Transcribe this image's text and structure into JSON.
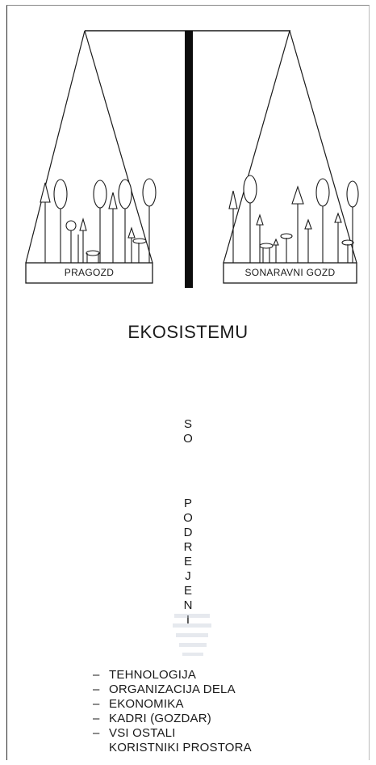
{
  "scale": {
    "left_pan_label": "PRAGOZD",
    "right_pan_label": "SONARAVNI GOZD"
  },
  "title": "EKOSISTEMU",
  "vertical_text": {
    "word1": [
      "S",
      "O"
    ],
    "word2": [
      "P",
      "O",
      "D",
      "R",
      "E",
      "J",
      "E",
      "N",
      "I"
    ]
  },
  "subordinates": [
    {
      "dash": "–",
      "text": "TEHNOLOGIJA"
    },
    {
      "dash": "–",
      "text": "ORGANIZACIJA DELA"
    },
    {
      "dash": "–",
      "text": "EKONOMIKA"
    },
    {
      "dash": "–",
      "text": "KADRI (GOZDAR)"
    },
    {
      "dash": "–",
      "text": "VSI OSTALI\nKORISTNIKI PROSTORA"
    }
  ],
  "colors": {
    "ink": "#1a1a1a",
    "pillar": "#0d0d0d"
  }
}
